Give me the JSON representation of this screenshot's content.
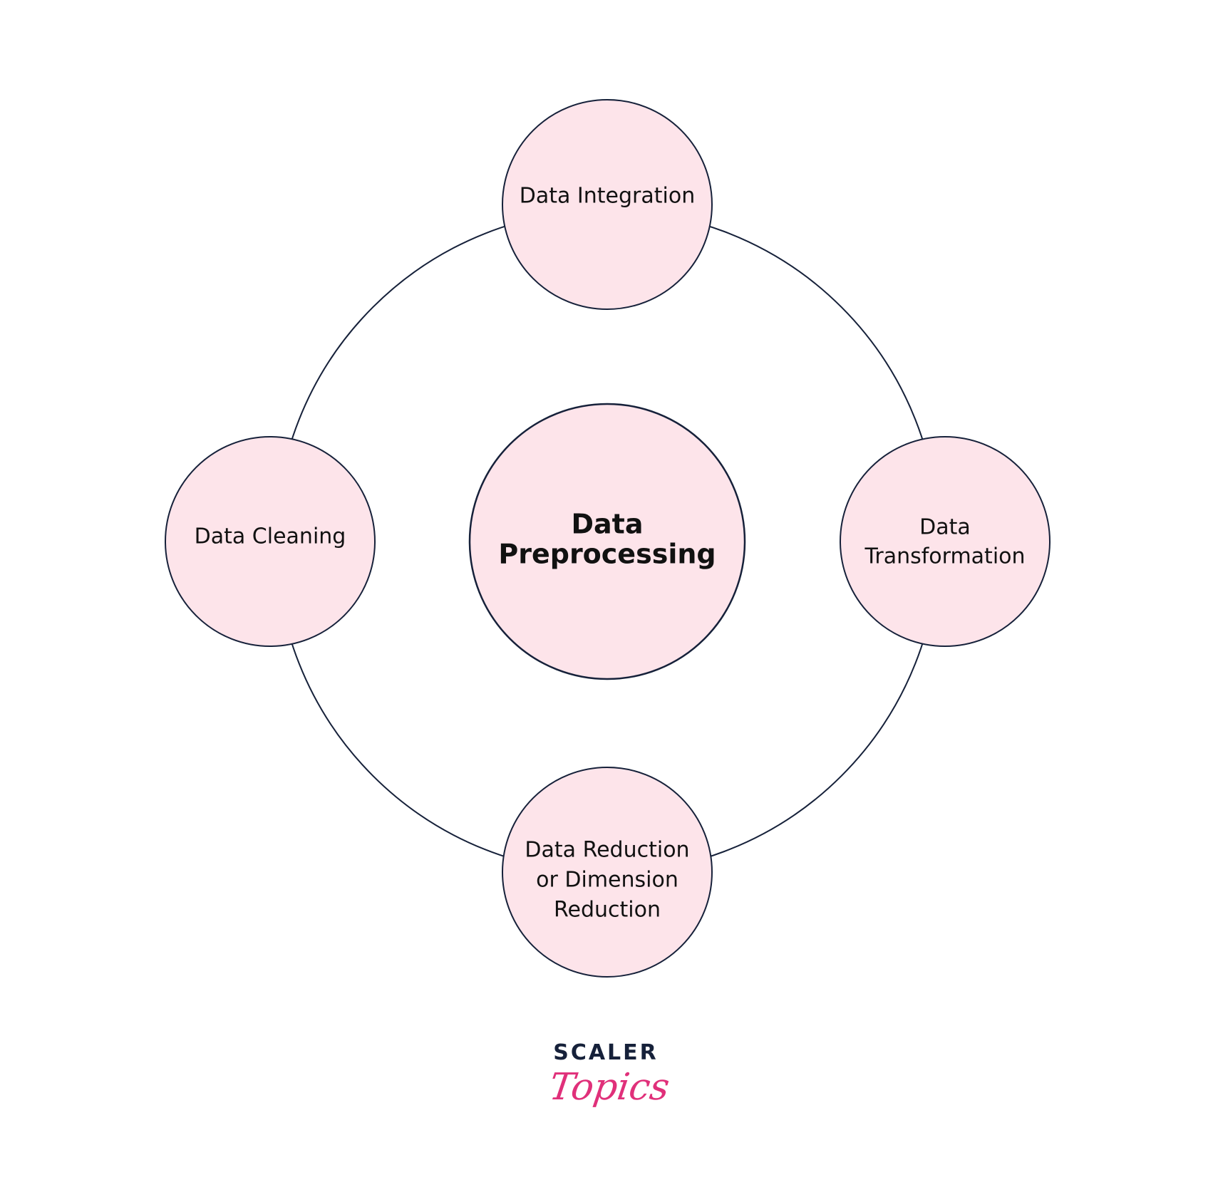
{
  "diagram": {
    "center": {
      "label_line1": "Data",
      "label_line2": "Preprocessing"
    },
    "nodes": {
      "top": {
        "label": "Data Integration"
      },
      "left": {
        "label": "Data Cleaning"
      },
      "right": {
        "label_line1": "Data",
        "label_line2": "Transformation"
      },
      "bottom": {
        "label_line1": "Data Reduction",
        "label_line2": "or Dimension",
        "label_line3": "Reduction"
      }
    },
    "colors": {
      "node_fill": "#fde4ea",
      "stroke": "#16213a",
      "text": "#111111"
    }
  },
  "logo": {
    "line1": "SCALER",
    "line2": "Topics",
    "colors": {
      "scaler": "#16213a",
      "topics": "#e0307a"
    }
  }
}
